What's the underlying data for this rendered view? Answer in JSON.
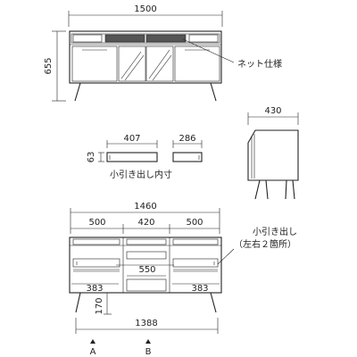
{
  "front_view": {
    "width_label": "1500",
    "height_label": "655",
    "callout_label": "ネット仕様"
  },
  "drawer_inner": {
    "width_main": "407",
    "width_small": "286",
    "height": "63",
    "caption": "小引き出し内寸"
  },
  "side_view": {
    "depth_label": "430"
  },
  "interior_view": {
    "total_width": "1460",
    "sections": [
      "500",
      "420",
      "500"
    ],
    "center_drawer_width": "550",
    "side_drawer_left": "383",
    "side_drawer_right": "383",
    "leg_clearance": "170",
    "bottom_span": "1388",
    "callout_line1": "小引き出し",
    "callout_line2": "（左右２箇所）"
  },
  "markers": {
    "a_label": "A",
    "b_label": "B"
  }
}
